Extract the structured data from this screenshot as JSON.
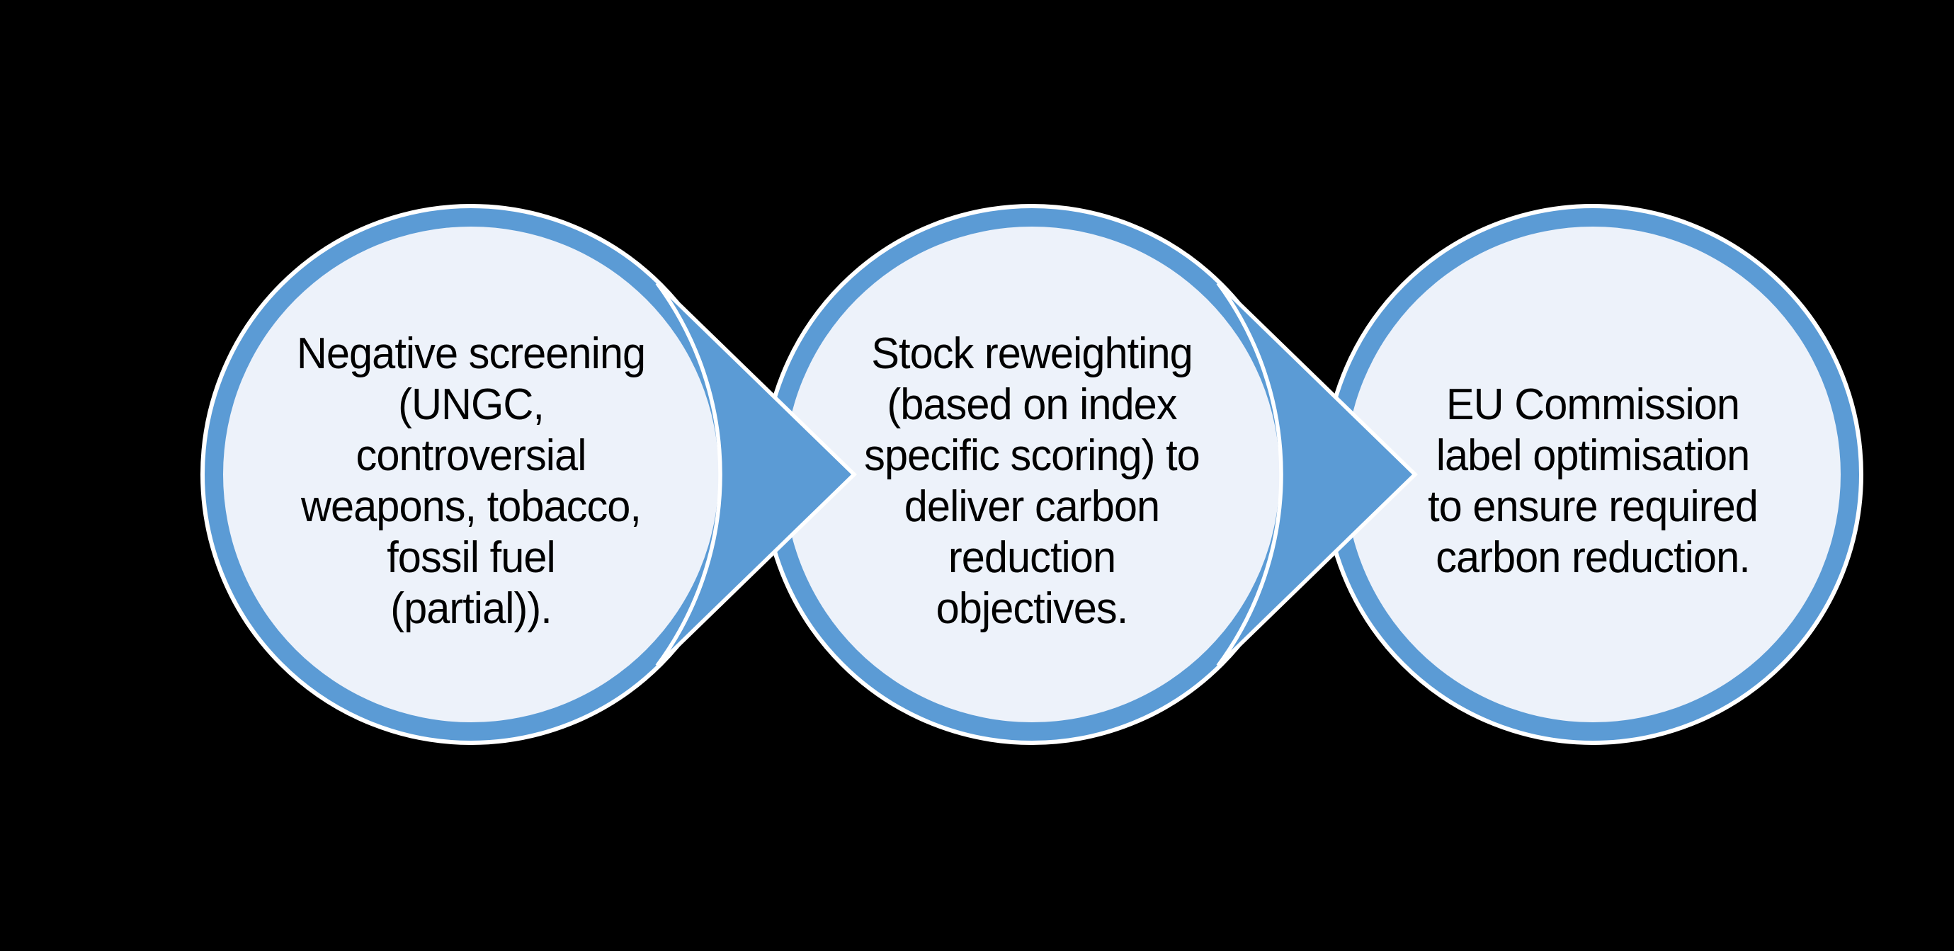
{
  "diagram": {
    "type": "process-flow",
    "direction": "left-to-right",
    "steps": [
      {
        "index": 1,
        "text": "Negative screening (UNGC, controversial weapons, tobacco, fossil fuel (partial)).",
        "lines": [
          "Negative screening",
          "(UNGC,",
          "controversial",
          "weapons, tobacco,",
          "fossil fuel",
          "(partial))."
        ]
      },
      {
        "index": 2,
        "text": "Stock reweighting (based on index specific scoring) to deliver carbon reduction objectives.",
        "lines": [
          "Stock reweighting",
          "(based on index",
          "specific scoring) to",
          "deliver carbon",
          "reduction",
          "objectives."
        ]
      },
      {
        "index": 3,
        "text": "EU Commission label optimisation to ensure required carbon reduction.",
        "lines": [
          "EU Commission",
          "label optimisation",
          "to ensure required",
          "carbon reduction."
        ]
      }
    ],
    "connectors": [
      {
        "from": 1,
        "to": 2,
        "shape": "arrow-right"
      },
      {
        "from": 2,
        "to": 3,
        "shape": "arrow-right"
      }
    ]
  },
  "colors": {
    "background": "#000000",
    "accent": "#5B9BD5",
    "node_fill": "#EDF2FA",
    "outline": "#FFFFFF",
    "text": "#000000"
  }
}
